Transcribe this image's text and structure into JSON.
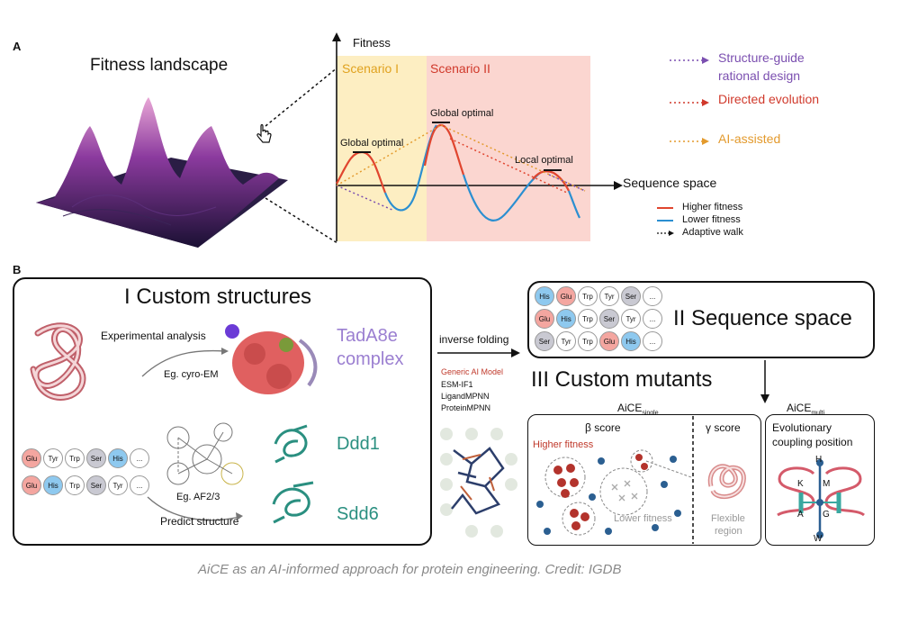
{
  "panelA": {
    "letter": "A",
    "landscape_title": "Fitness landscape",
    "y_axis": "Fitness",
    "x_axis": "Sequence space",
    "scenario1": "Scenario I",
    "scenario2": "Scenario II",
    "peak1_label": "Global optimal",
    "peak2_label": "Global optimal",
    "peak3_label": "Local optimal",
    "legend_arrows": {
      "structure_line1": "Structure-guide",
      "structure_line2": "rational design",
      "directed": "Directed evolution",
      "ai": "AI-assisted"
    },
    "legend_lines": {
      "higher": "Higher fitness",
      "lower": "Lower fitness",
      "walk": "Adaptive walk"
    },
    "colors": {
      "scenario1_bg": "#fdeec2",
      "scenario2_bg": "#fbd6d0",
      "scenario1_text": "#e0a21f",
      "scenario2_text": "#d0392b",
      "higher": "#e0452f",
      "lower": "#2b8fd1",
      "purple": "#7b4fb0",
      "orange": "#e39a2d"
    }
  },
  "panelB": {
    "letter": "B",
    "custom_structures": {
      "title": "I Custom structures",
      "experimental": "Experimental analysis",
      "cryo": "Eg. cyro-EM",
      "tada_line1": "TadA8e",
      "tada_line2": "complex",
      "af": "Eg. AF2/3",
      "predict": "Predict structure",
      "ddd1": "Ddd1",
      "sdd6": "Sdd6",
      "row1": [
        "Glu",
        "Tyr",
        "Trp",
        "Ser",
        "His",
        "..."
      ],
      "row2": [
        "Glu",
        "His",
        "Trp",
        "Ser",
        "Tyr",
        "..."
      ]
    },
    "inverse": {
      "label": "inverse folding",
      "model_title": "Generic AI Model",
      "models": [
        "ESM-IF1",
        "LigandMPNN",
        "ProteinMPNN"
      ]
    },
    "sequence_space": {
      "title": "II Sequence space",
      "rows": [
        [
          "His",
          "Glu",
          "Trp",
          "Tyr",
          "Ser",
          "..."
        ],
        [
          "Glu",
          "His",
          "Trp",
          "Ser",
          "Tyr",
          "..."
        ],
        [
          "Ser",
          "Tyr",
          "Trp",
          "Glu",
          "His",
          "..."
        ]
      ]
    },
    "mutants": {
      "title": "III Custom mutants",
      "aice_single": "AiCE",
      "aice_single_sub": "single",
      "aice_multi": "AiCE",
      "aice_multi_sub": "multi",
      "beta": "β score",
      "gamma": "γ score",
      "higher": "Higher fitness",
      "lower": "Lower fitness",
      "flexible_line1": "Flexible",
      "flexible_line2": "region",
      "evo_line1": "Evolutionary",
      "evo_line2": "coupling position",
      "letters": [
        "H",
        "K",
        "M",
        "A",
        "G",
        "W"
      ]
    }
  },
  "caption": "AiCE as an AI-informed approach for protein engineering. Credit: IGDB"
}
